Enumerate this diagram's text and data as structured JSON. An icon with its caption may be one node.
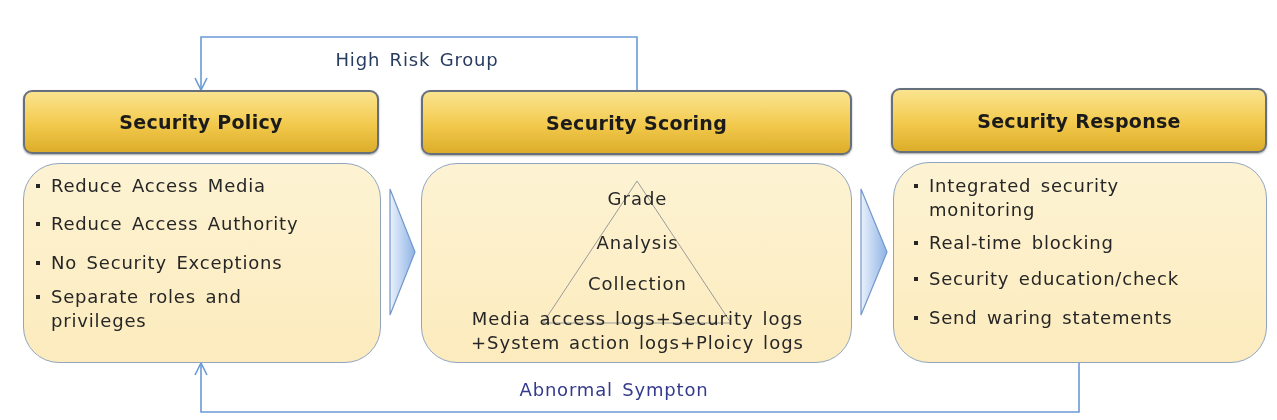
{
  "diagram": {
    "nodes": [
      {
        "text": [
          "Security Policy"
        ]
      },
      {
        "text": [
          "Reduce Access Media",
          "Reduce Access Authority",
          "No Security Exceptions",
          "Separate roles and privileges"
        ]
      },
      {
        "text": [
          "Security Scoring"
        ]
      },
      {
        "text": [
          "Grade",
          "Analysis",
          "Collection",
          "Media access logs+Security logs +System action logs+Ploicy logs"
        ]
      },
      {
        "text": [
          "Security Response"
        ]
      },
      {
        "text": [
          "Integrated security monitoring",
          "Real-time blocking",
          "Security education/check",
          "Send waring statements"
        ]
      }
    ],
    "edges": [
      {
        "from": 2,
        "to": 0,
        "arrow": "to",
        "label": "High Risk Group"
      },
      {
        "from": 1,
        "to": 3,
        "arrow": "to"
      },
      {
        "from": 3,
        "to": 5,
        "arrow": "to"
      },
      {
        "from": 5,
        "to": 1,
        "arrow": "to",
        "label": "Abnormal Sympton"
      }
    ]
  }
}
